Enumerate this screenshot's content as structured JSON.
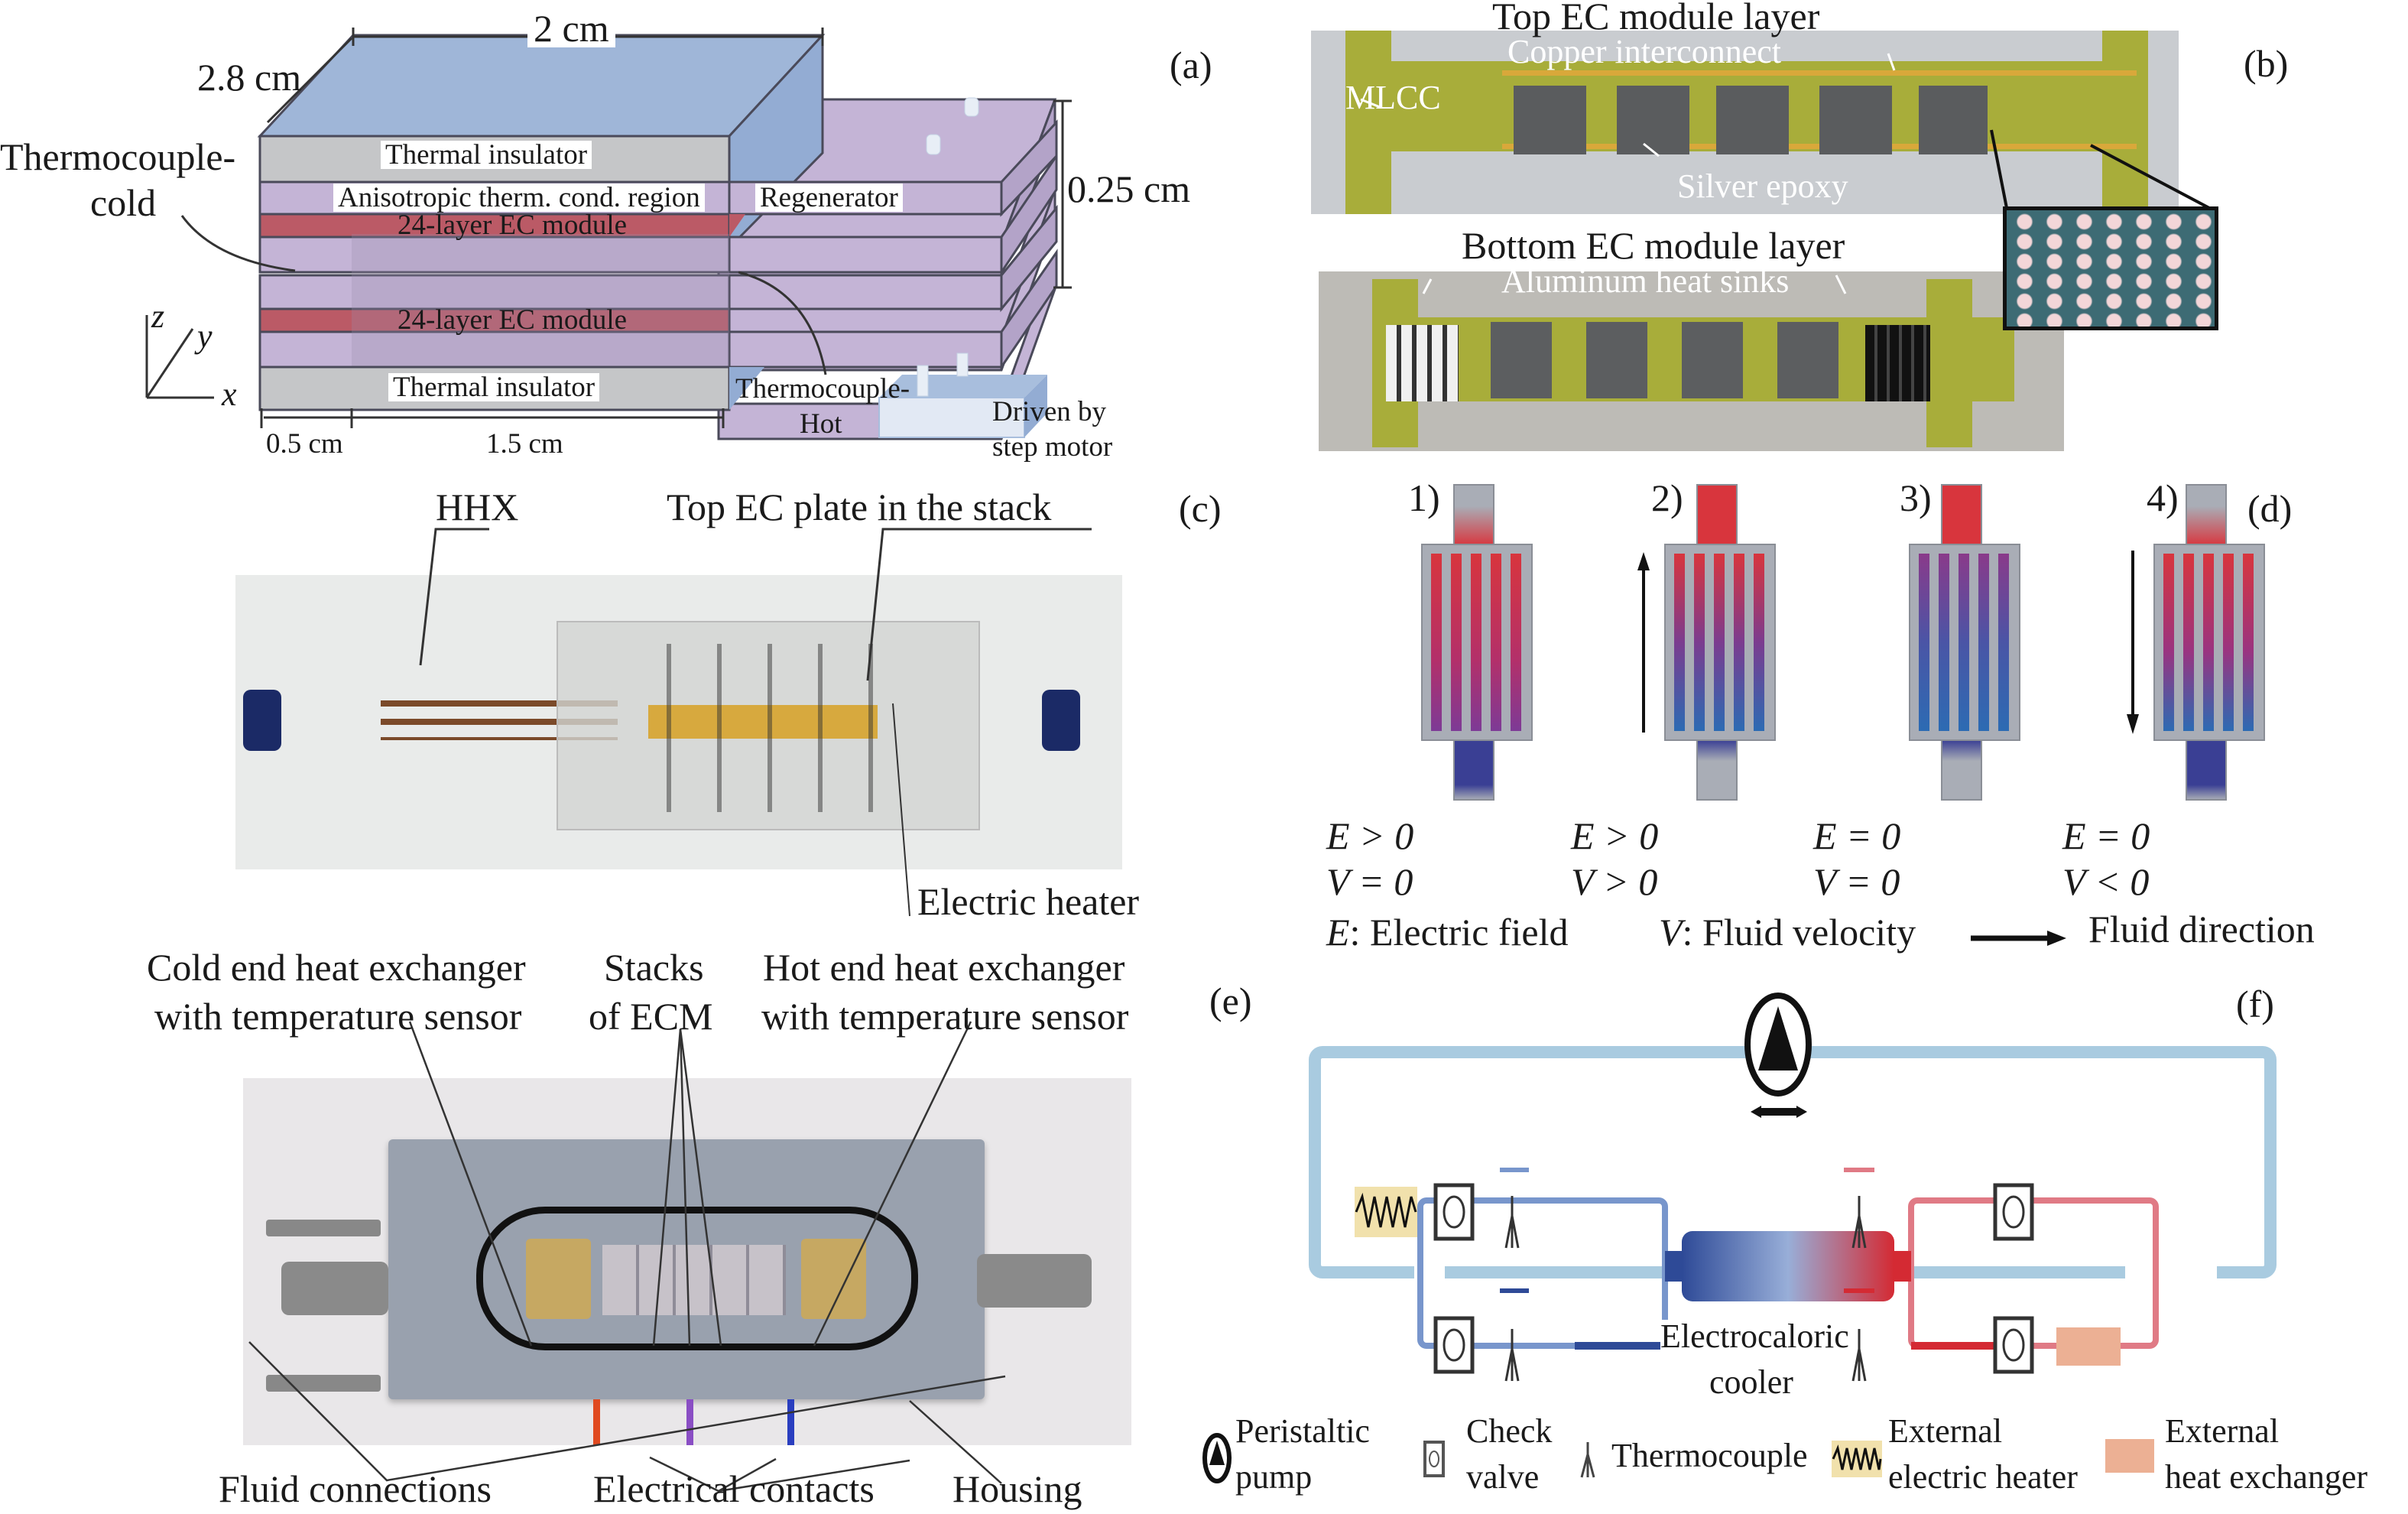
{
  "panels": {
    "a": {
      "tag": "(a)",
      "dim_depth": "2.8 cm",
      "dim_width": "2 cm",
      "dim_height": "0.25 cm",
      "dim_left": "0.5 cm",
      "dim_right": "1.5 cm",
      "thermocouple_cold_1": "Thermocouple-",
      "thermocouple_cold_2": "cold",
      "thermal_insulator_top": "Thermal insulator",
      "anisotropic": "Anisotropic therm. cond. region",
      "regenerator": "Regenerator",
      "ec_module_1": "24-layer EC module",
      "ec_module_2": "24-layer EC module",
      "thermal_insulator_bottom": "Thermal insulator",
      "thermocouple_hot_1": "Thermocouple-",
      "thermocouple_hot_2": "Hot",
      "driven_1": "Driven by",
      "driven_2": "step motor",
      "axis_z": "z",
      "axis_y": "y",
      "axis_x": "x"
    },
    "b": {
      "tag": "(b)",
      "top_title": "Top EC module layer",
      "copper": "Copper interconnect",
      "mlcc": "MLCC",
      "silver": "Silver epoxy",
      "bottom_title": "Bottom EC module layer",
      "aluminum": "Aluminum heat sinks"
    },
    "c": {
      "tag": "(c)",
      "hhx": "HHX",
      "top_plate": "Top EC plate in the stack",
      "heater": "Electric heater"
    },
    "d": {
      "tag": "(d)",
      "stages": [
        {
          "num": "1)",
          "e": "E > 0",
          "v": "V = 0"
        },
        {
          "num": "2)",
          "e": "E > 0",
          "v": "V > 0"
        },
        {
          "num": "3)",
          "e": "E = 0",
          "v": "V = 0"
        },
        {
          "num": "4)",
          "e": "E = 0",
          "v": "V < 0"
        }
      ],
      "legend_e": "E",
      "legend_e_text": ": Electric field",
      "legend_v": "V",
      "legend_v_text": ": Fluid velocity",
      "legend_dir": "Fluid direction",
      "colors": {
        "hot": "#d8353d",
        "cold": "#3a3f94",
        "mid": "#8a3a8a",
        "housing": "#a9adb6"
      }
    },
    "e": {
      "tag": "(e)",
      "cold_1": "Cold end heat exchanger",
      "cold_2": "with temperature sensor",
      "stacks_1": "Stacks",
      "stacks_2": "of ECM",
      "hot_1": "Hot end heat exchanger",
      "hot_2": "with temperature sensor",
      "fluid": "Fluid connections",
      "electrical": "Electrical contacts",
      "housing": "Housing"
    },
    "f": {
      "tag": "(f)",
      "cooler_1": "Electrocaloric",
      "cooler_2": "cooler",
      "legend": [
        {
          "icon": "peristaltic-pump-icon",
          "line1": "Peristaltic",
          "line2": "pump"
        },
        {
          "icon": "check-valve-icon",
          "line1": "Check",
          "line2": "valve"
        },
        {
          "icon": "thermocouple-icon",
          "line1": "Thermocouple",
          "line2": ""
        },
        {
          "icon": "electric-heater-icon",
          "line1": "External",
          "line2": "electric heater"
        },
        {
          "icon": "heat-exchanger-icon",
          "line1": "External",
          "line2": "heat exchanger"
        }
      ],
      "colors": {
        "loop": "#a9cbe0",
        "cold": "#5b7fc0",
        "hot": "#dc5a66",
        "heater": "#f1e1ac",
        "hx": "#ecb094"
      }
    }
  }
}
